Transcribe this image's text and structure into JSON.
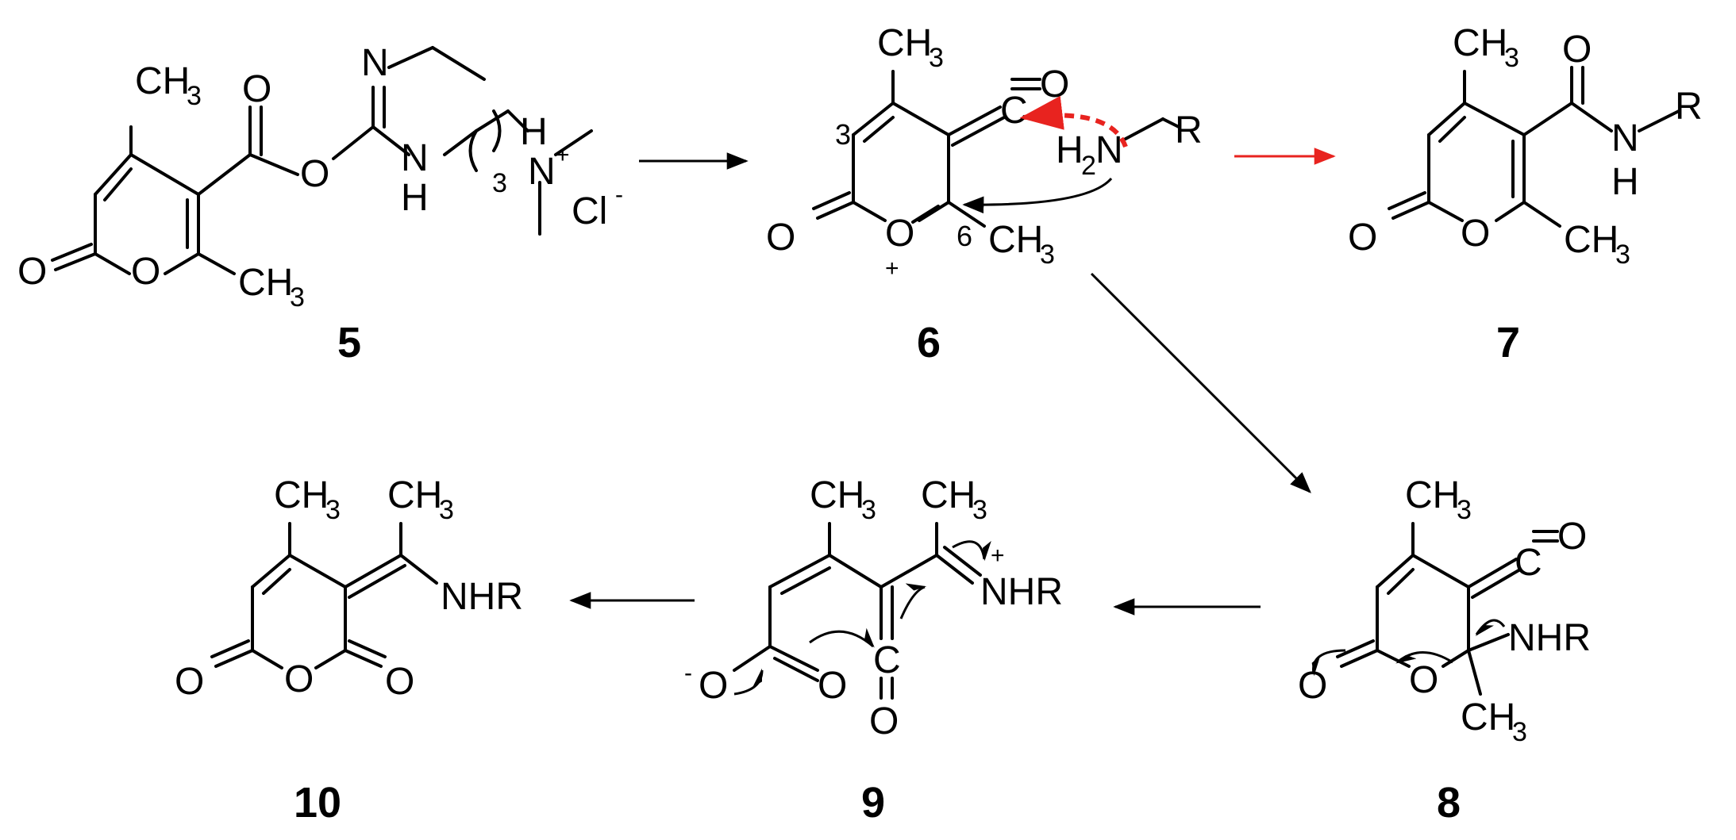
{
  "diagram": {
    "labels": {
      "c5": "5",
      "c6": "6",
      "c7": "7",
      "c8": "8",
      "c9": "9",
      "c10": "10"
    },
    "colors": {
      "bond": "#000000",
      "red_arrow": "#e8231f"
    },
    "atoms": {
      "ch3": "CH",
      "three": "3",
      "o": "O",
      "n": "N",
      "h": "H",
      "r": "R",
      "cl": "Cl",
      "nh": "NH",
      "nhr": "NHR",
      "c": "C",
      "plus": "+",
      "minus": "-",
      "two": "2",
      "loc3": "3",
      "loc6": "6"
    }
  }
}
